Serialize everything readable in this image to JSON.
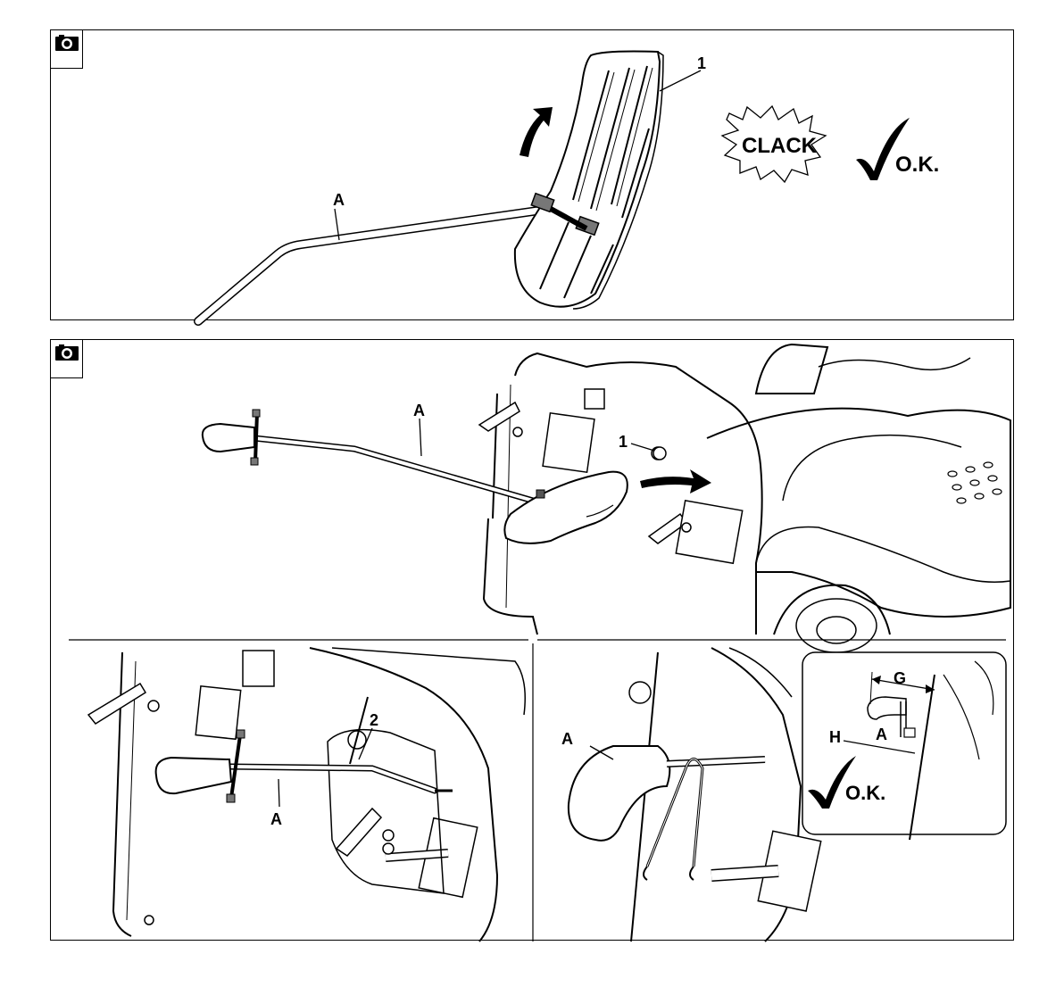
{
  "panel_top": {
    "labels": {
      "part_1": "1",
      "rod": "A"
    },
    "sound": "CLACK",
    "ok": "O.K."
  },
  "panel_bottom": {
    "main": {
      "part_1": "1",
      "rod": "A"
    },
    "left": {
      "part_2": "2",
      "rod": "A"
    },
    "right": {
      "rod": "A"
    },
    "inset": {
      "gap": "G",
      "rod": "A",
      "hook": "H",
      "ok": "O.K."
    }
  },
  "icons": [
    "camera-icon",
    "checkmark-icon",
    "rotation-arrow-icon",
    "direction-arrow-icon"
  ]
}
